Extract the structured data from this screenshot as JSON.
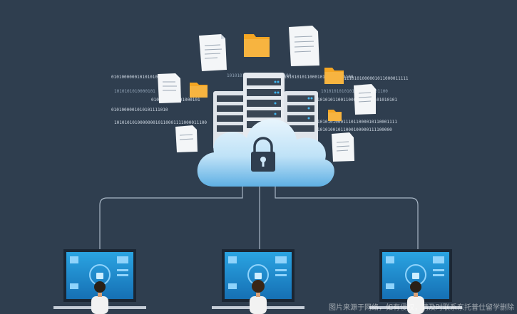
{
  "scene": {
    "background": "#2f3e4f",
    "cloud_color": "#cfe8f8",
    "cloud_shade": "#6fb6e6",
    "folder_color": "#f5a623",
    "screen_color": "#1e8fd0",
    "line_color": "#a9b7c6"
  },
  "binary_rows": [
    "0101000000101010101",
    "1010101010000101",
    "0101101011001000101",
    "0101000001010101111010",
    "101010101000000010110001111000011100",
    "1010101011001010100000100",
    "101010101100010100000111100",
    "101110101000001011000011111",
    "10101010101010101000101100",
    "1010101100110000110100101010101",
    "1010101000111011000010110001111",
    "10101001011000100000111100000"
  ],
  "watermark": "图片来源于网络，如有侵权，请及时联系东托普仕留学删除"
}
